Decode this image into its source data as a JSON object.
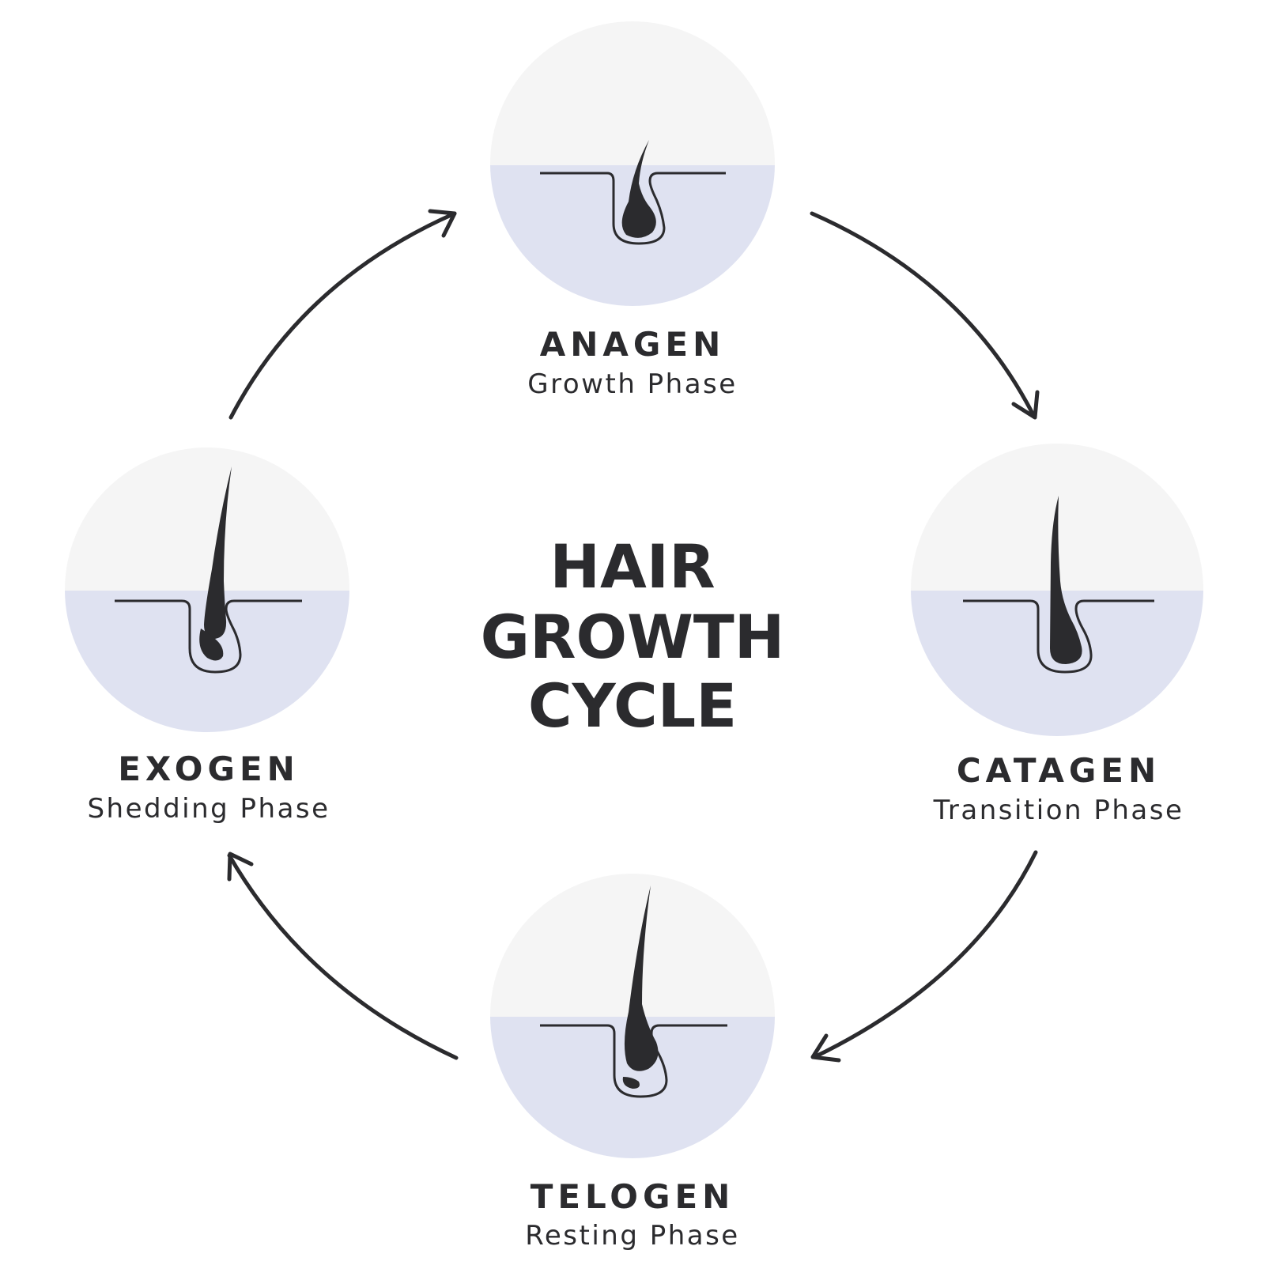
{
  "title": {
    "lines": [
      "HAIR",
      "GROWTH",
      "CYCLE"
    ]
  },
  "phases": [
    {
      "name": "ANAGEN",
      "description": "Growth Phase"
    },
    {
      "name": "CATAGEN",
      "description": "Transition Phase"
    },
    {
      "name": "TELOGEN",
      "description": "Resting Phase"
    },
    {
      "name": "EXOGEN",
      "description": "Shedding Phase"
    }
  ],
  "icons": {
    "anagen": "hair-follicle-anagen-icon",
    "catagen": "hair-follicle-catagen-icon",
    "telogen": "hair-follicle-telogen-icon",
    "exogen": "hair-follicle-exogen-icon",
    "arrows": "curved-arrow-icon"
  },
  "colors": {
    "ink": "#2b2b2e",
    "circle_top": "#f5f5f5",
    "circle_bottom": "#dfe2f1",
    "background": "#ffffff"
  }
}
